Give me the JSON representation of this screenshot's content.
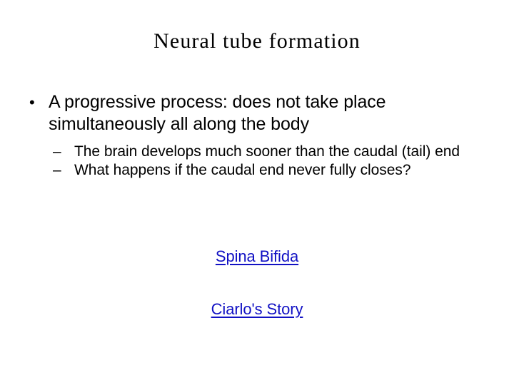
{
  "slide": {
    "title": "Neural tube formation",
    "background_color": "#ffffff",
    "text_color": "#000000",
    "link_color": "#1111C4"
  },
  "content": {
    "bullets": [
      {
        "level": 1,
        "marker": "•",
        "text": "A progressive process: does not take place simultaneously all along the body"
      },
      {
        "level": 2,
        "marker": "–",
        "text": "The brain develops much sooner than the caudal (tail) end"
      },
      {
        "level": 2,
        "marker": "–",
        "text": "What happens if the caudal end never fully closes?"
      }
    ]
  },
  "links": [
    {
      "label": "Spina Bifida"
    },
    {
      "label": "Ciarlo's Story"
    }
  ]
}
